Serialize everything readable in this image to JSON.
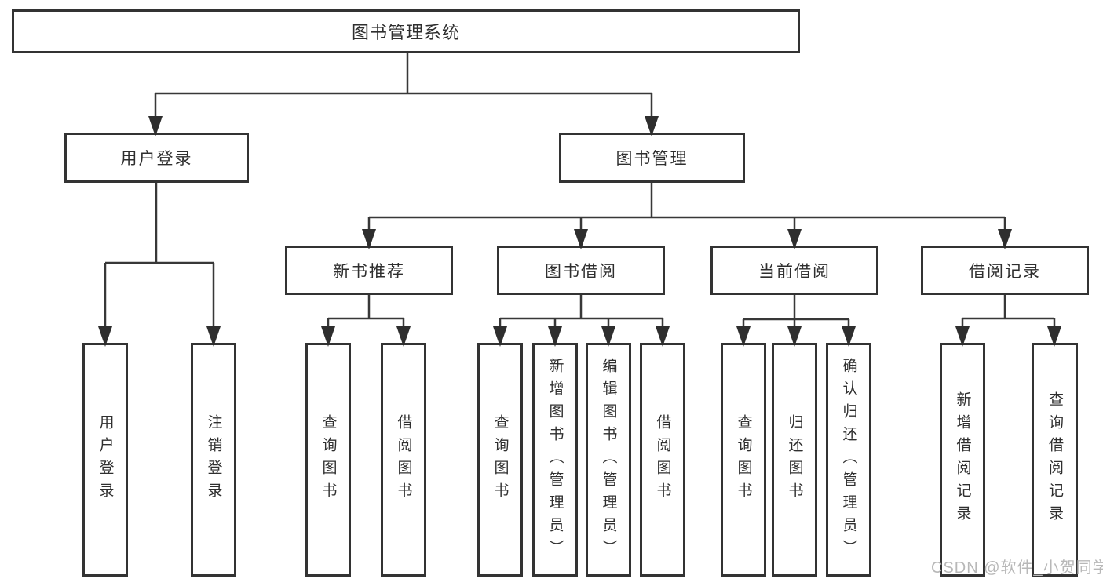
{
  "diagram": {
    "root": {
      "label": "图书管理系统"
    },
    "branches": [
      {
        "label": "用户登录",
        "children": [
          "用户登录",
          "注销登录"
        ]
      },
      {
        "label": "图书管理",
        "sections": [
          {
            "label": "新书推荐",
            "children": [
              "查询图书",
              "借阅图书"
            ]
          },
          {
            "label": "图书借阅",
            "children": [
              "查询图书",
              "新增图书（管理员）",
              "编辑图书（管理员）",
              "借阅图书"
            ]
          },
          {
            "label": "当前借阅",
            "children": [
              "查询图书",
              "归还图书",
              "确认归还（管理员）"
            ]
          },
          {
            "label": "借阅记录",
            "children": [
              "新增借阅记录",
              "查询借阅记录"
            ]
          }
        ]
      }
    ]
  },
  "watermark": {
    "text": "CSDN @软件_小贺同学"
  },
  "colors": {
    "line": "#383838",
    "arrow": "#2e2e2e",
    "border": "#333333",
    "text": "#2f2f2f",
    "watermark": "#b8b8b8"
  }
}
